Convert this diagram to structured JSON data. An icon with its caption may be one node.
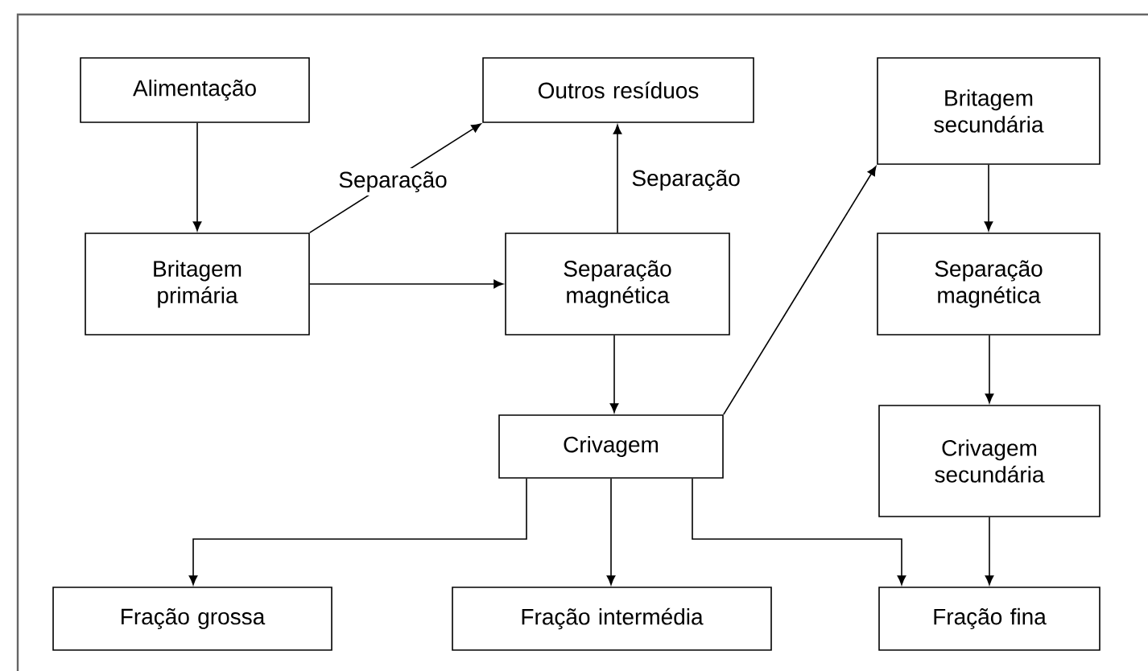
{
  "diagram": {
    "nodes": [
      {
        "text": [
          "Alimentação"
        ]
      },
      {
        "text": [
          "Outros resíduos"
        ]
      },
      {
        "text": [
          "Britagem secundária"
        ]
      },
      {
        "text": [
          "Britagem primária"
        ]
      },
      {
        "text": [
          "Separação magnética"
        ]
      },
      {
        "text": [
          "Separação magnética"
        ]
      },
      {
        "text": [
          "Crivagem"
        ]
      },
      {
        "text": [
          "Crivagem secundária"
        ]
      },
      {
        "text": [
          "Fração grossa"
        ]
      },
      {
        "text": [
          "Fração intermédia"
        ]
      },
      {
        "text": [
          "Fração fina"
        ]
      }
    ],
    "edges": [
      {
        "from": 0,
        "to": 3,
        "arrow": "to"
      },
      {
        "from": 3,
        "to": 1,
        "arrow": "to",
        "label": "Separação"
      },
      {
        "from": 3,
        "to": 4,
        "arrow": "to"
      },
      {
        "from": 4,
        "to": 1,
        "arrow": "to",
        "label": "Separação"
      },
      {
        "from": 4,
        "to": 6,
        "arrow": "to"
      },
      {
        "from": 6,
        "to": 2,
        "arrow": "to"
      },
      {
        "from": 2,
        "to": 5,
        "arrow": "to"
      },
      {
        "from": 5,
        "to": 7,
        "arrow": "to"
      },
      {
        "from": 7,
        "to": 10,
        "arrow": "to"
      },
      {
        "from": 6,
        "to": 8,
        "arrow": "to"
      },
      {
        "from": 6,
        "to": 9,
        "arrow": "to"
      },
      {
        "from": 6,
        "to": 10,
        "arrow": "to"
      }
    ]
  }
}
